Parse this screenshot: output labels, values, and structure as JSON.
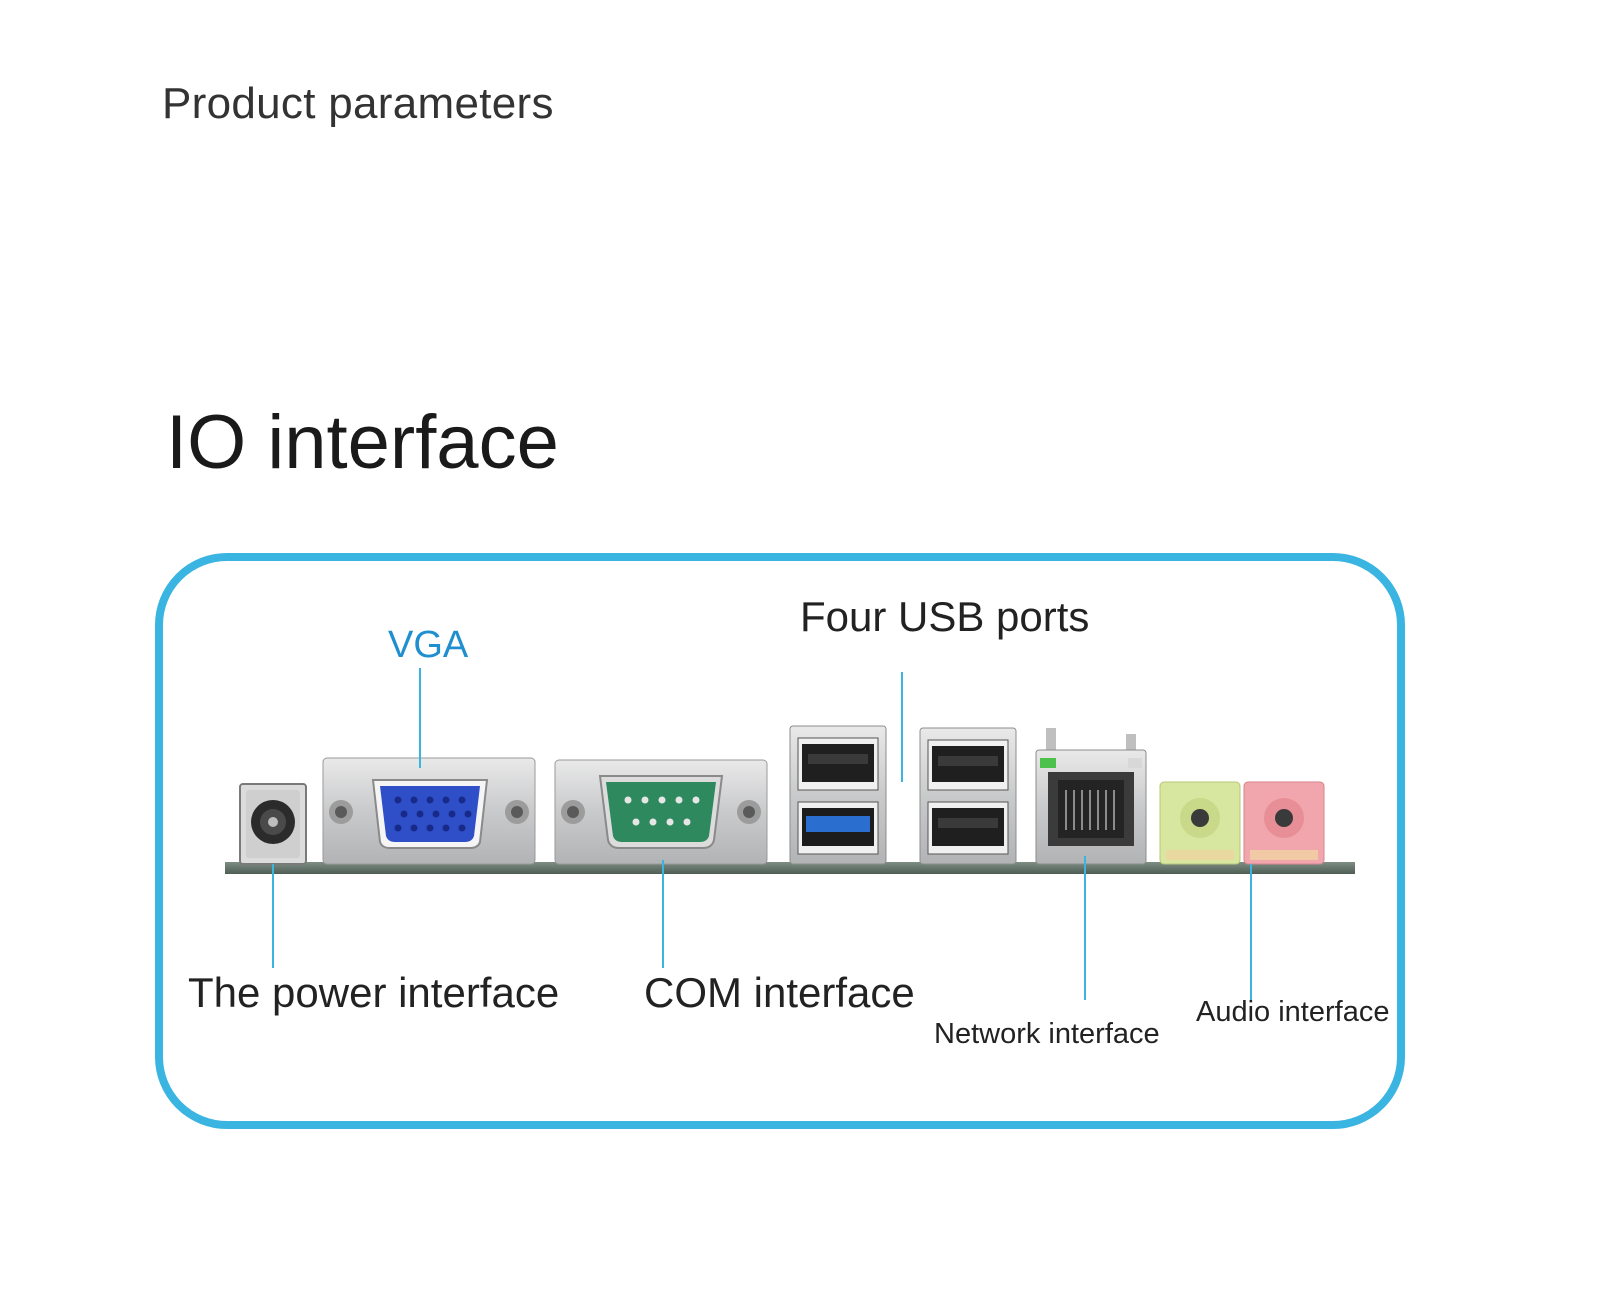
{
  "header": {
    "section_label": "Product parameters"
  },
  "title": "IO interface",
  "diagram": {
    "frame_color": "#3ab4e0",
    "labels": {
      "vga": "VGA",
      "usb": "Four USB ports",
      "power": "The power interface",
      "com": "COM interface",
      "network": "Network interface",
      "audio": "Audio interface"
    },
    "colors": {
      "vga_connector": "#2f4fc9",
      "com_connector": "#2e8a5e",
      "usb3_tongue": "#2a6fd0",
      "audio_green": "#d8e7a0",
      "audio_pink": "#f0a6ac",
      "callout_line": "#3ab4e0",
      "vga_label": "#1f8fcf"
    },
    "icons": [
      "dc-power-jack-icon",
      "vga-port-icon",
      "com-port-icon",
      "usb-port-icon",
      "rj45-port-icon",
      "audio-jack-icon"
    ]
  }
}
